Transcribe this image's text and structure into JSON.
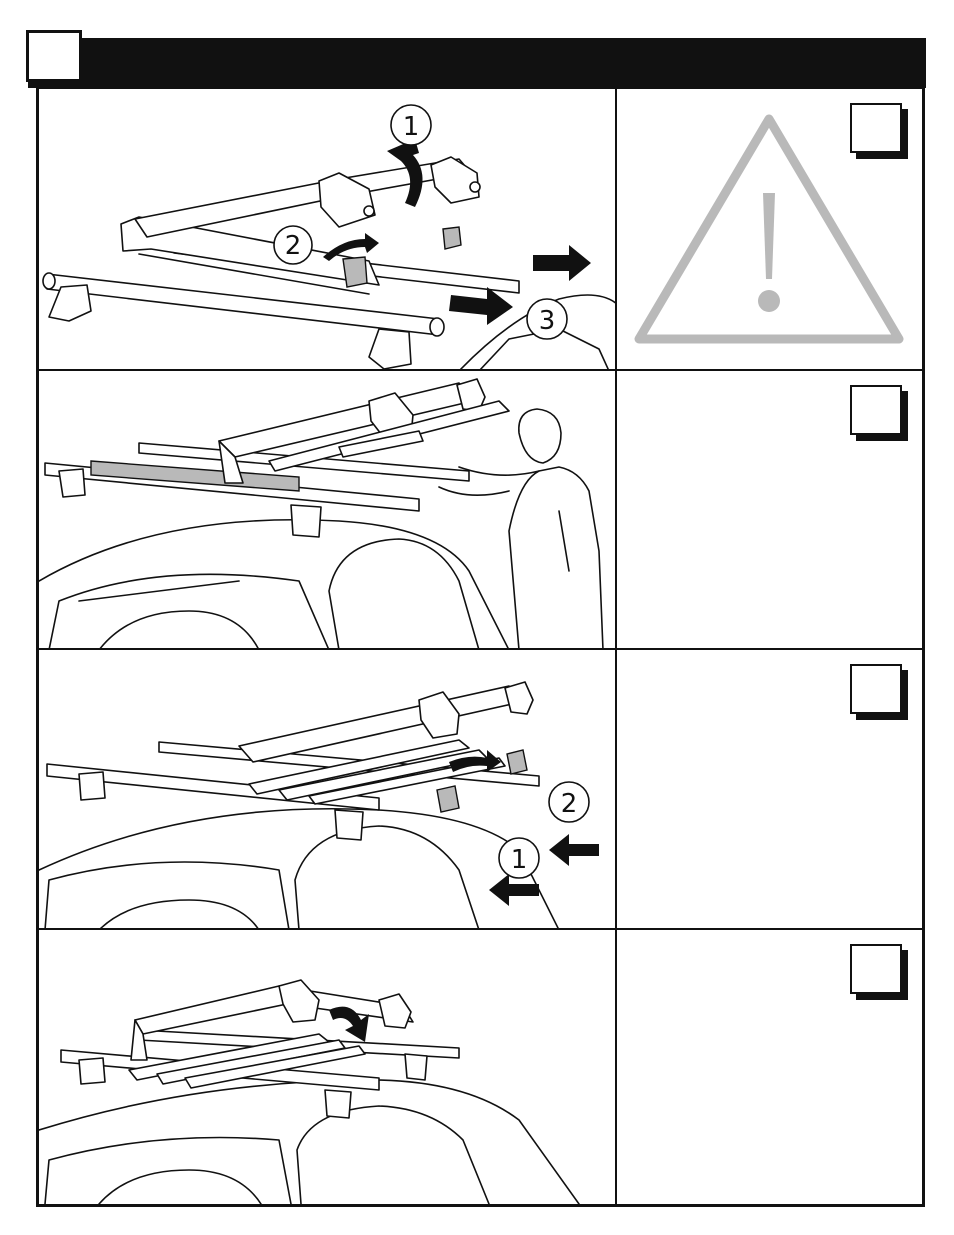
{
  "header": {
    "step_number": ""
  },
  "panels": [
    {
      "id": "remove",
      "callouts": [
        "1",
        "2",
        "3"
      ],
      "side_box": "",
      "side_icon": "warning-triangle-icon"
    },
    {
      "id": "load",
      "callouts": [],
      "side_box": ""
    },
    {
      "id": "close",
      "callouts": [
        "2",
        "1"
      ],
      "side_box": ""
    },
    {
      "id": "lock",
      "callouts": [],
      "side_box": ""
    }
  ],
  "colors": {
    "ink": "#111111",
    "warning_gray": "#b9b9b9",
    "highlight_gray": "#b9b9b9"
  }
}
